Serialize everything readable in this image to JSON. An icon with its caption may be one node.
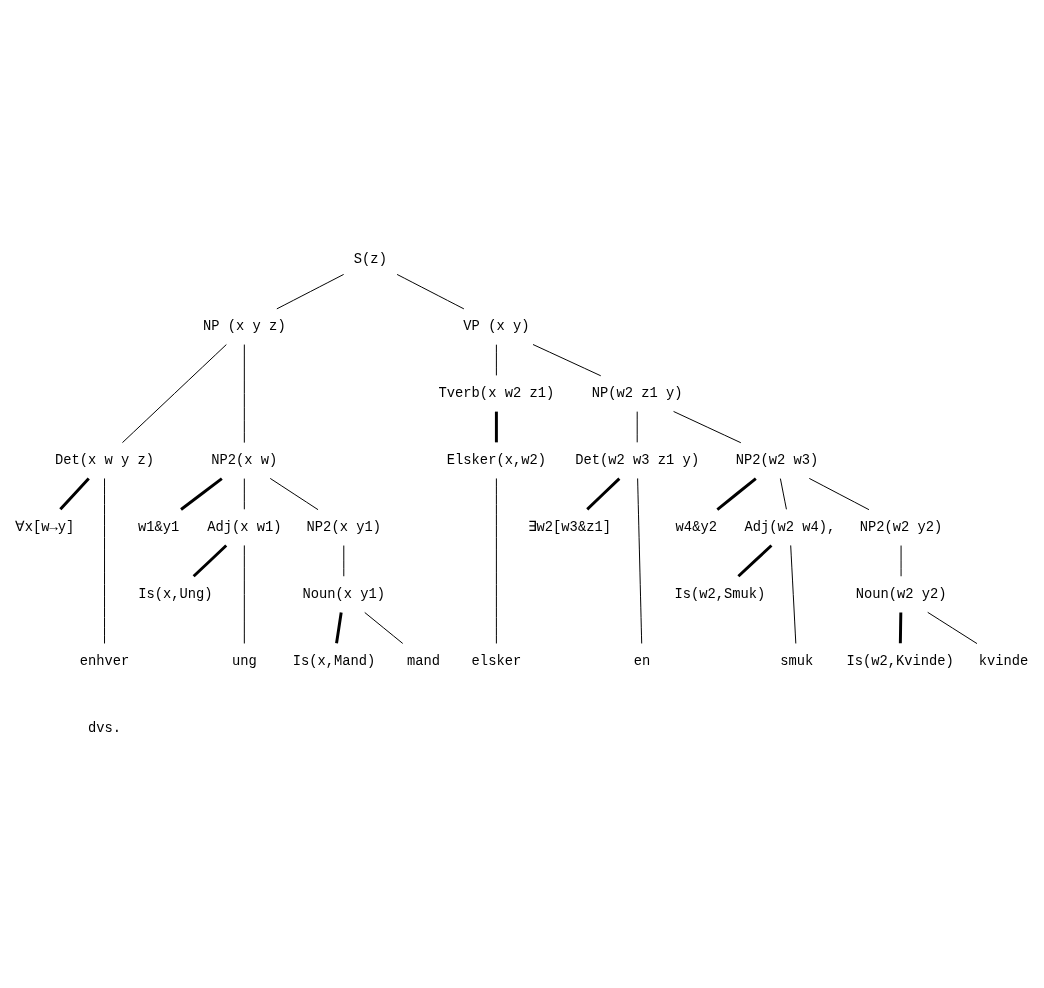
{
  "diagram": {
    "nodes": [
      {
        "text": [
          "S(z)"
        ]
      },
      {
        "text": [
          "NP (x y z)"
        ]
      },
      {
        "text": [
          "VP (x y)"
        ]
      },
      {
        "text": [
          "Det(x w y z)"
        ]
      },
      {
        "text": [
          "NP2(x w)"
        ]
      },
      {
        "text": [
          "w1&y1"
        ]
      },
      {
        "text": [
          "∀x[w→y]"
        ]
      },
      {
        "text": [
          "Tverb(x w2 z1)"
        ]
      },
      {
        "text": [
          "NP(w2 z1 y)"
        ]
      },
      {
        "text": [
          "Adj(x w1)"
        ]
      },
      {
        "text": [
          "NP2(x y1)"
        ]
      },
      {
        "text": [
          "Elsker(x,w2)"
        ]
      },
      {
        "text": [
          "Is(x,Ung)"
        ]
      },
      {
        "text": [
          "Noun(x y1)"
        ]
      },
      {
        "text": [
          "Is(x,Mand)"
        ]
      },
      {
        "text": [
          "Det(w2 w3 z1 y)"
        ]
      },
      {
        "text": [
          "NP2(w2 w3)"
        ]
      },
      {
        "text": [
          "w4&y2"
        ]
      },
      {
        "text": [
          "∃w2[w3&z1]"
        ]
      },
      {
        "text": [
          "Adj(w2 w4),"
        ]
      },
      {
        "text": [
          "NP2(w2 y2)"
        ]
      },
      {
        "text": [
          "Is(w2,Smuk)"
        ]
      },
      {
        "text": [
          "Noun(w2 y2)"
        ]
      },
      {
        "text": [
          "Is(w2,Kvinde)"
        ]
      },
      {
        "text": [
          "enhver"
        ]
      },
      {
        "text": [
          "ung"
        ]
      },
      {
        "text": [
          "mand"
        ]
      },
      {
        "text": [
          "elsker"
        ]
      },
      {
        "text": [
          "en"
        ]
      },
      {
        "text": [
          "smuk"
        ]
      },
      {
        "text": [
          "kvinde"
        ]
      }
    ],
    "edges": [
      {
        "from": 0,
        "to": 1,
        "arrow": "none"
      },
      {
        "from": 0,
        "to": 2,
        "arrow": "none"
      },
      {
        "from": 1,
        "to": 3,
        "arrow": "none"
      },
      {
        "from": 1,
        "to": 4,
        "arrow": "none"
      },
      {
        "from": 3,
        "to": 6,
        "arrow": "none",
        "style": "thick"
      },
      {
        "from": 3,
        "to": 24,
        "arrow": "none"
      },
      {
        "from": 4,
        "to": 5,
        "arrow": "none",
        "style": "thick"
      },
      {
        "from": 4,
        "to": 9,
        "arrow": "none"
      },
      {
        "from": 4,
        "to": 10,
        "arrow": "none"
      },
      {
        "from": 2,
        "to": 7,
        "arrow": "none"
      },
      {
        "from": 2,
        "to": 8,
        "arrow": "none"
      },
      {
        "from": 7,
        "to": 11,
        "arrow": "none",
        "style": "thick"
      },
      {
        "from": 9,
        "to": 12,
        "arrow": "none",
        "style": "thick"
      },
      {
        "from": 9,
        "to": 25,
        "arrow": "none"
      },
      {
        "from": 10,
        "to": 13,
        "arrow": "none"
      },
      {
        "from": 13,
        "to": 14,
        "arrow": "none",
        "style": "thick"
      },
      {
        "from": 13,
        "to": 26,
        "arrow": "none"
      },
      {
        "from": 11,
        "to": 27,
        "arrow": "none"
      },
      {
        "from": 8,
        "to": 15,
        "arrow": "none"
      },
      {
        "from": 8,
        "to": 16,
        "arrow": "none"
      },
      {
        "from": 15,
        "to": 18,
        "arrow": "none",
        "style": "thick"
      },
      {
        "from": 15,
        "to": 28,
        "arrow": "none"
      },
      {
        "from": 16,
        "to": 17,
        "arrow": "none",
        "style": "thick"
      },
      {
        "from": 16,
        "to": 19,
        "arrow": "none"
      },
      {
        "from": 16,
        "to": 20,
        "arrow": "none"
      },
      {
        "from": 19,
        "to": 21,
        "arrow": "none",
        "style": "thick"
      },
      {
        "from": 19,
        "to": 29,
        "arrow": "none"
      },
      {
        "from": 20,
        "to": 22,
        "arrow": "none"
      },
      {
        "from": 22,
        "to": 23,
        "arrow": "none",
        "style": "thick"
      },
      {
        "from": 22,
        "to": 30,
        "arrow": "none"
      }
    ],
    "labels": [
      "dvs."
    ]
  }
}
